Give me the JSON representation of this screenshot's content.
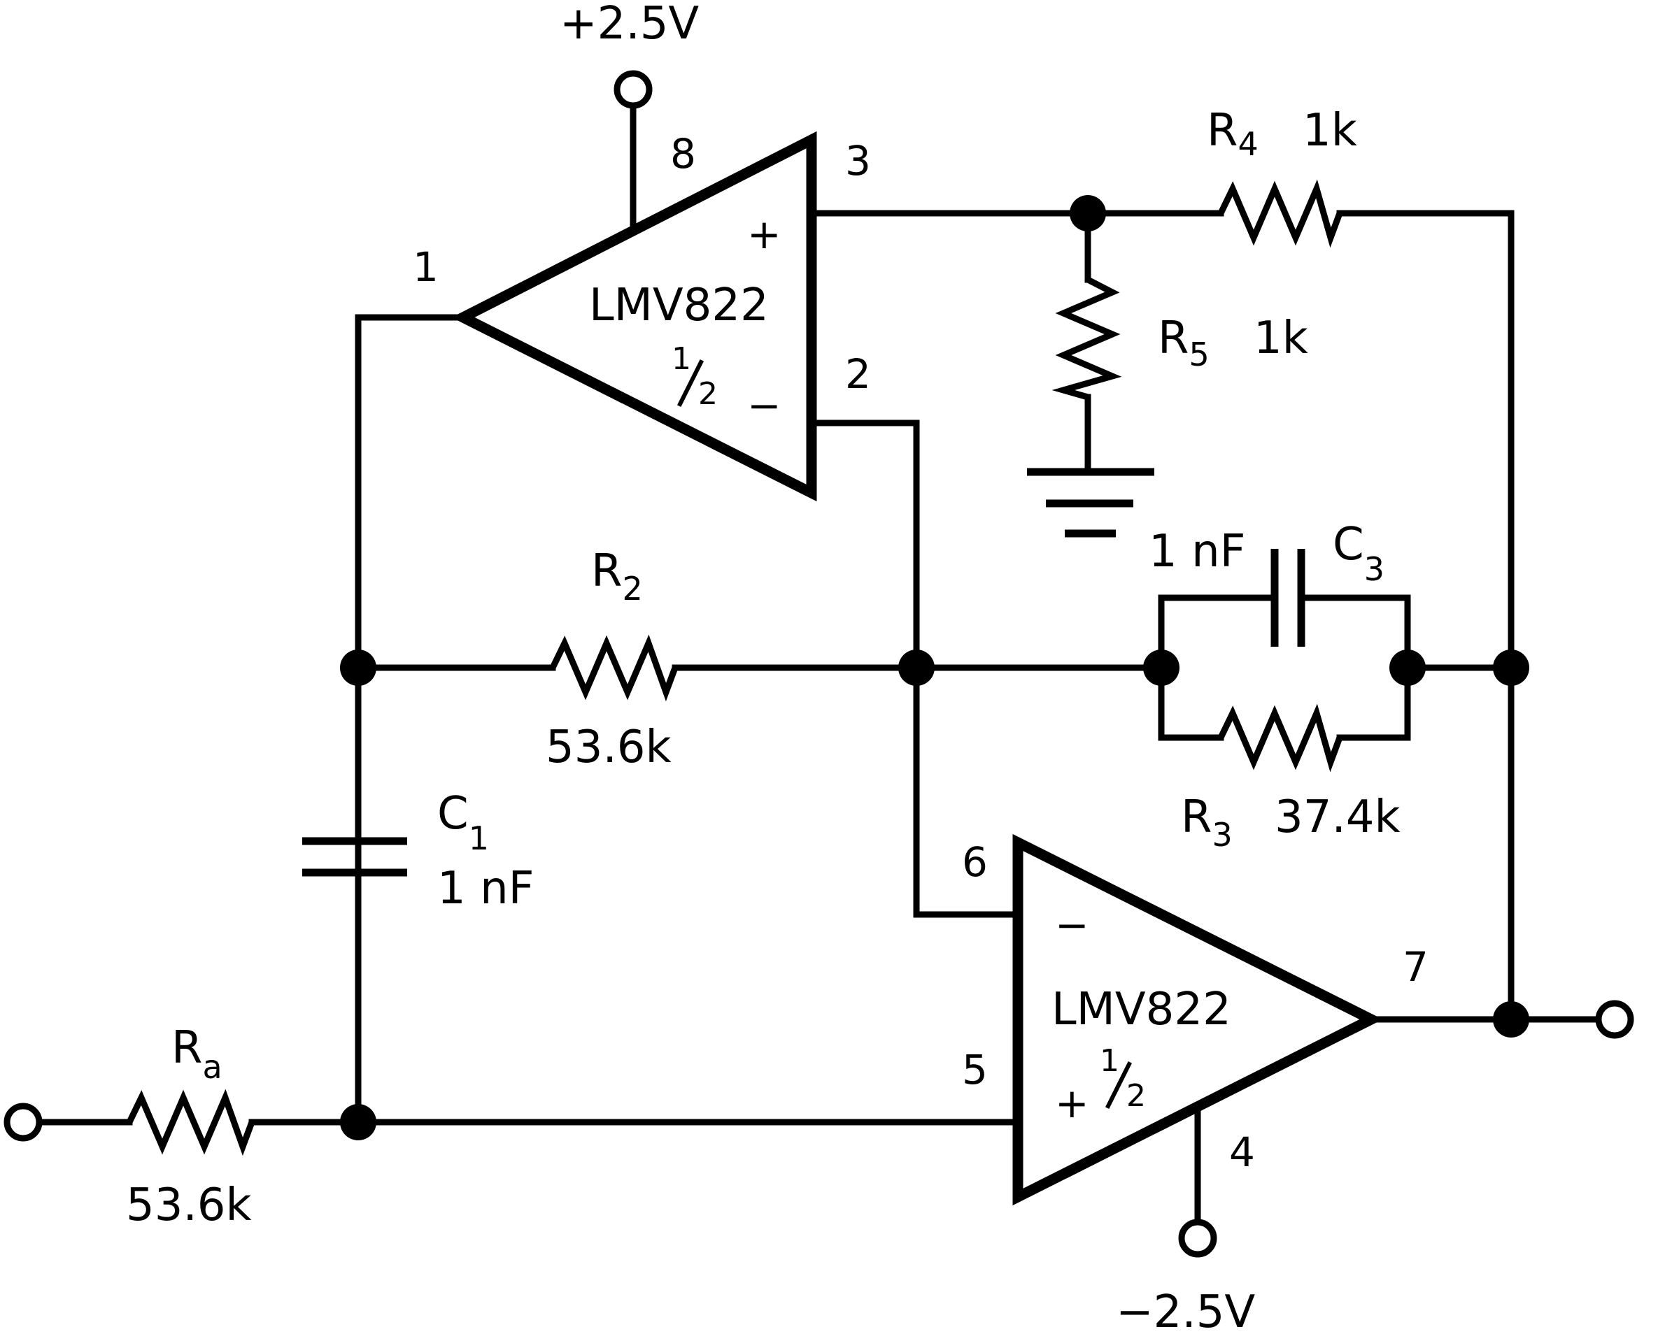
{
  "supply": {
    "positive": "+2.5V",
    "negative": "−2.5V"
  },
  "opamp_top": {
    "part": "LMV822",
    "half_num": "1",
    "half_den": "2",
    "plus": "+",
    "minus": "−",
    "pins": {
      "supply": "8",
      "out": "1",
      "in_plus": "3",
      "in_minus": "2"
    }
  },
  "opamp_bottom": {
    "part": "LMV822",
    "half_num": "1",
    "half_den": "2",
    "plus": "+",
    "minus": "−",
    "pins": {
      "in_minus": "6",
      "in_plus": "5",
      "out": "7",
      "supply": "4"
    }
  },
  "components": {
    "r4": {
      "name": "R",
      "sub": "4",
      "value": "1k"
    },
    "r5": {
      "name": "R",
      "sub": "5",
      "value": "1k"
    },
    "r2": {
      "name": "R",
      "sub": "2",
      "value": "53.6k"
    },
    "r3": {
      "name": "R",
      "sub": "3",
      "value": "37.4k"
    },
    "c3": {
      "name": "C",
      "sub": "3",
      "value": "1 nF"
    },
    "c1": {
      "name": "C",
      "sub": "1",
      "value": "1 nF"
    },
    "ra": {
      "name": "R",
      "sub": "a",
      "value": "53.6k"
    }
  }
}
